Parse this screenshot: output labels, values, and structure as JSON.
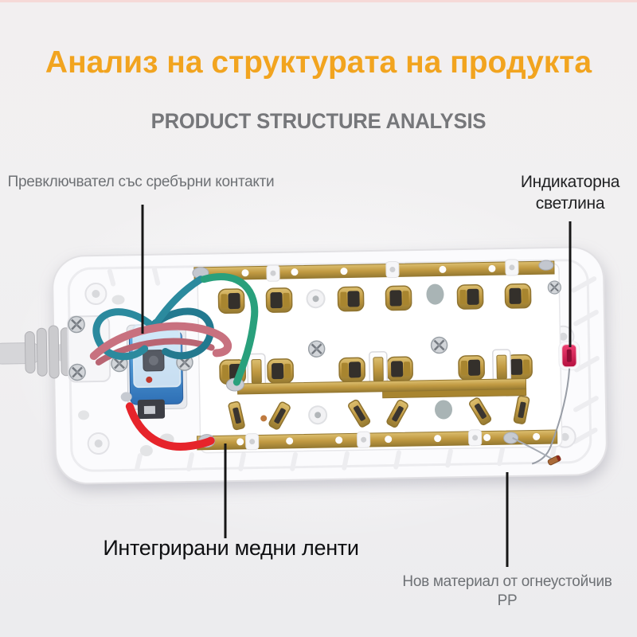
{
  "header": {
    "title": "Анализ на структурата на продукта",
    "subtitle": "PRODUCT STRUCTURE ANALYSIS"
  },
  "callouts": [
    {
      "id": "switch",
      "label": "Превключвател със сребърни контакти"
    },
    {
      "id": "indicator-light",
      "label": "Индикаторна светлина"
    },
    {
      "id": "copper-strips",
      "label": "Интегрирани медни ленти"
    },
    {
      "id": "fireproof-pp",
      "label": "Нов материал от огнеустойчив PP"
    }
  ],
  "colors": {
    "title_accent": "#f2a41f",
    "subtitle_gray": "#77787a",
    "label_gray": "#6e7175",
    "label_dark": "#1f2022",
    "callout_line": "#161616",
    "top_accent_line": "#f6d9d7",
    "shell_white": "#fbfbfd",
    "copper": "#c49b45",
    "wire_red": "#e6242b",
    "wire_teal": "#2b8a9e",
    "wire_green": "#29a07c",
    "wire_pink": "#c8717f",
    "switch_blue": "#3f8fd6",
    "indicator_red": "#d8184e"
  }
}
